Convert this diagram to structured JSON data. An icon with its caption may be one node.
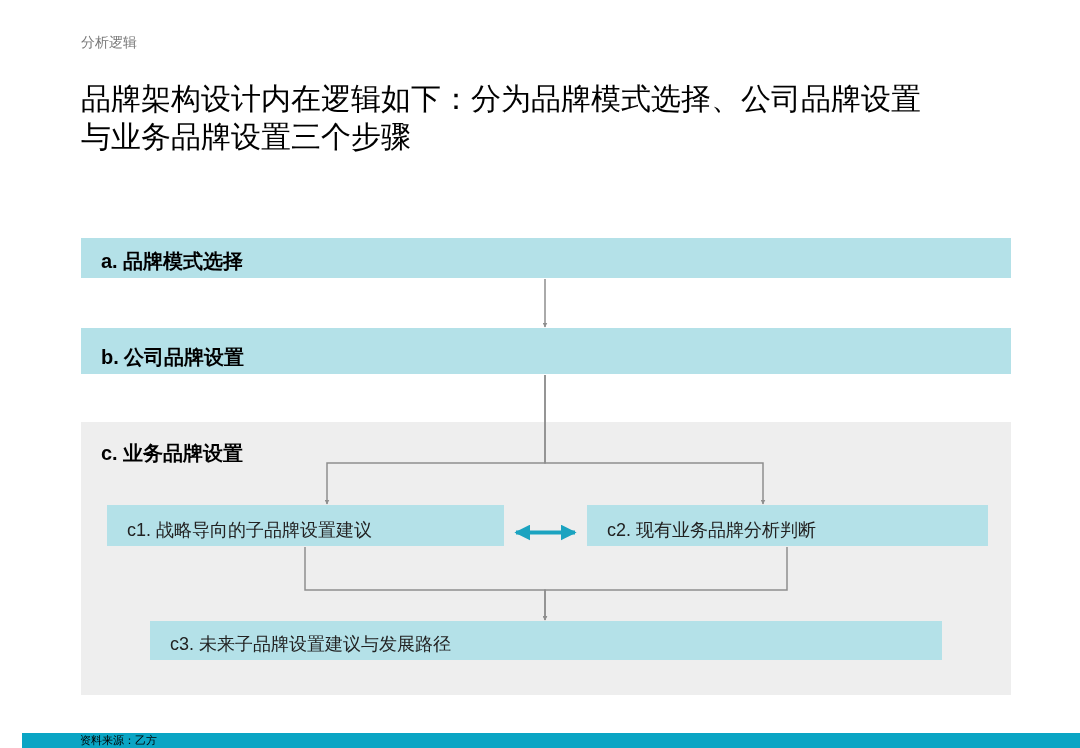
{
  "diagram": {
    "title": "品牌架构设计内在逻辑如下：分为品牌模式选择、公司品牌设置与业务品牌设置三个步骤",
    "nodes": [
      {
        "text": [
          "a. 品牌模式选择"
        ]
      },
      {
        "text": [
          "b. 公司品牌设置"
        ]
      },
      {
        "text": [
          "c. 业务品牌设置"
        ]
      },
      {
        "text": [
          "c1. 战略导向的子品牌设置建议"
        ],
        "in": 2
      },
      {
        "text": [
          "c2. 现有业务品牌分析判断"
        ],
        "in": 2
      },
      {
        "text": [
          "c3. 未来子品牌设置建议与发展路径"
        ],
        "in": 2
      }
    ],
    "edges": [
      {
        "from": 0,
        "to": 1,
        "arrow": "to"
      },
      {
        "from": 1,
        "to": 3,
        "arrow": "to"
      },
      {
        "from": 1,
        "to": 4,
        "arrow": "to"
      },
      {
        "from": 3,
        "to": 4,
        "arrow": "both",
        "style": "thick",
        "color": "#1ba3c0"
      },
      {
        "from": 3,
        "to": 5,
        "arrow": "to"
      },
      {
        "from": 4,
        "to": 5,
        "arrow": "to"
      }
    ],
    "labels": [
      "分析逻辑",
      "资料来源：乙方"
    ]
  }
}
